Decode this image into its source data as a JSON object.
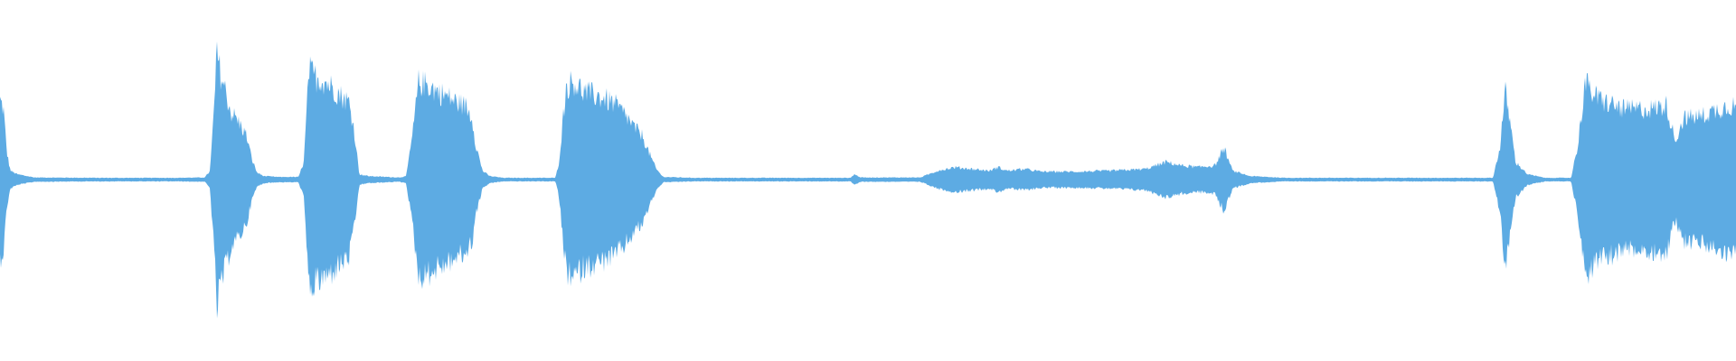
{
  "waveform": {
    "color": "#5dabe3",
    "background": "#ffffff",
    "time_range_s": [
      0,
      1
    ],
    "amplitude_range": [
      -1,
      1
    ],
    "envelope": [
      [
        0.0,
        0.45
      ],
      [
        0.002,
        0.4
      ],
      [
        0.004,
        0.15
      ],
      [
        0.006,
        0.05
      ],
      [
        0.01,
        0.03
      ],
      [
        0.02,
        0.012
      ],
      [
        0.06,
        0.01
      ],
      [
        0.1,
        0.01
      ],
      [
        0.118,
        0.012
      ],
      [
        0.121,
        0.05
      ],
      [
        0.123,
        0.35
      ],
      [
        0.125,
        0.72
      ],
      [
        0.127,
        0.6
      ],
      [
        0.13,
        0.5
      ],
      [
        0.133,
        0.38
      ],
      [
        0.136,
        0.35
      ],
      [
        0.139,
        0.3
      ],
      [
        0.142,
        0.25
      ],
      [
        0.145,
        0.12
      ],
      [
        0.148,
        0.04
      ],
      [
        0.152,
        0.02
      ],
      [
        0.16,
        0.015
      ],
      [
        0.172,
        0.015
      ],
      [
        0.175,
        0.1
      ],
      [
        0.178,
        0.62
      ],
      [
        0.182,
        0.58
      ],
      [
        0.187,
        0.56
      ],
      [
        0.192,
        0.52
      ],
      [
        0.197,
        0.47
      ],
      [
        0.201,
        0.44
      ],
      [
        0.204,
        0.28
      ],
      [
        0.207,
        0.03
      ],
      [
        0.212,
        0.02
      ],
      [
        0.23,
        0.012
      ],
      [
        0.234,
        0.02
      ],
      [
        0.238,
        0.28
      ],
      [
        0.241,
        0.55
      ],
      [
        0.246,
        0.54
      ],
      [
        0.252,
        0.5
      ],
      [
        0.258,
        0.47
      ],
      [
        0.263,
        0.44
      ],
      [
        0.268,
        0.42
      ],
      [
        0.272,
        0.35
      ],
      [
        0.274,
        0.2
      ],
      [
        0.278,
        0.05
      ],
      [
        0.282,
        0.02
      ],
      [
        0.29,
        0.01
      ],
      [
        0.32,
        0.01
      ],
      [
        0.322,
        0.1
      ],
      [
        0.326,
        0.52
      ],
      [
        0.33,
        0.56
      ],
      [
        0.336,
        0.5
      ],
      [
        0.342,
        0.48
      ],
      [
        0.348,
        0.46
      ],
      [
        0.354,
        0.43
      ],
      [
        0.36,
        0.37
      ],
      [
        0.365,
        0.3
      ],
      [
        0.37,
        0.25
      ],
      [
        0.374,
        0.15
      ],
      [
        0.378,
        0.06
      ],
      [
        0.382,
        0.015
      ],
      [
        0.4,
        0.01
      ],
      [
        0.49,
        0.01
      ],
      [
        0.492,
        0.03
      ],
      [
        0.496,
        0.012
      ],
      [
        0.53,
        0.012
      ],
      [
        0.535,
        0.03
      ],
      [
        0.54,
        0.05
      ],
      [
        0.55,
        0.07
      ],
      [
        0.56,
        0.06
      ],
      [
        0.57,
        0.05
      ],
      [
        0.575,
        0.07
      ],
      [
        0.58,
        0.05
      ],
      [
        0.59,
        0.06
      ],
      [
        0.6,
        0.045
      ],
      [
        0.62,
        0.045
      ],
      [
        0.64,
        0.05
      ],
      [
        0.66,
        0.06
      ],
      [
        0.672,
        0.1
      ],
      [
        0.68,
        0.08
      ],
      [
        0.69,
        0.07
      ],
      [
        0.7,
        0.08
      ],
      [
        0.705,
        0.18
      ],
      [
        0.71,
        0.05
      ],
      [
        0.72,
        0.02
      ],
      [
        0.74,
        0.01
      ],
      [
        0.86,
        0.01
      ],
      [
        0.864,
        0.18
      ],
      [
        0.867,
        0.5
      ],
      [
        0.87,
        0.32
      ],
      [
        0.873,
        0.1
      ],
      [
        0.88,
        0.03
      ],
      [
        0.89,
        0.01
      ],
      [
        0.905,
        0.01
      ],
      [
        0.909,
        0.2
      ],
      [
        0.913,
        0.55
      ],
      [
        0.92,
        0.46
      ],
      [
        0.935,
        0.4
      ],
      [
        0.95,
        0.4
      ],
      [
        0.96,
        0.42
      ],
      [
        0.965,
        0.22
      ],
      [
        0.97,
        0.35
      ],
      [
        0.98,
        0.36
      ],
      [
        0.99,
        0.4
      ],
      [
        0.996,
        0.42
      ],
      [
        1.0,
        0.42
      ]
    ]
  }
}
